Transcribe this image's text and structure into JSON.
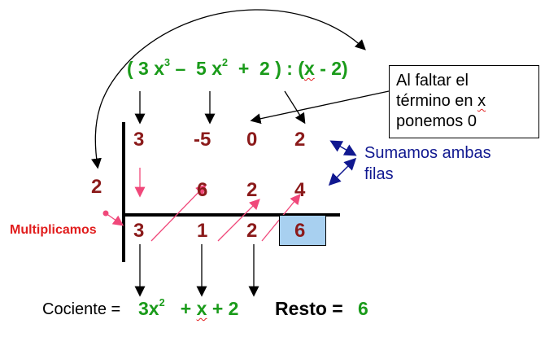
{
  "division": {
    "open": "( 3 x",
    "exp3": "3",
    "minus": "–",
    "term2": "5 x",
    "exp2": "2",
    "plus": "+",
    "const": "2",
    "close": ") : (",
    "divx": "x",
    "div_rest": "- 2)"
  },
  "note": {
    "line1": "Al faltar el",
    "line2_a": "término en ",
    "line2_b": "x",
    "line3": "ponemos 0"
  },
  "table": {
    "divisor": "2",
    "row1": [
      "3",
      "-5",
      "0",
      "2"
    ],
    "row2": [
      "6",
      "2",
      "4"
    ],
    "row3": [
      "3",
      "1",
      "2"
    ],
    "remainder": "6"
  },
  "labels": {
    "sum": "Sumamos ambas",
    "sum2": "filas",
    "multiply": "Multiplicamos"
  },
  "result": {
    "quot_label": "Cociente =",
    "q1": "3x",
    "q1_exp": "2",
    "q2_sign": "+",
    "q2": "x",
    "q3": "+  2",
    "rest_label": "Resto =",
    "rest_value": "6"
  },
  "colors": {
    "polynomial": "#1a9b1a",
    "coefficients": "#8b1a1a",
    "annotation": "#101890",
    "multiply": "#e11d1d",
    "remainder_box": "#a8d0f0"
  }
}
